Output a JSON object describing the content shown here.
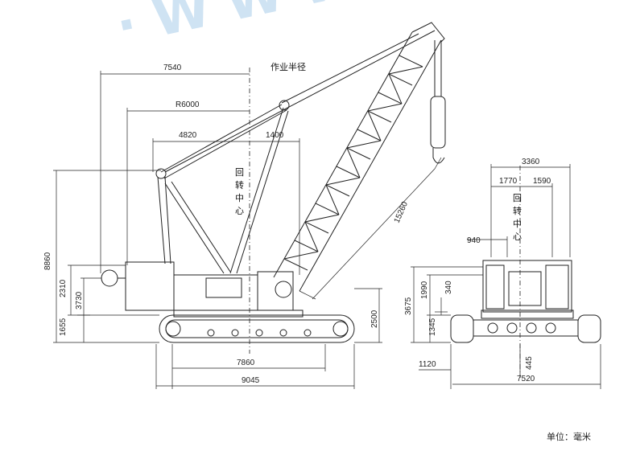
{
  "watermark": "· W W W . I",
  "labels": {
    "work_radius": "作业半径",
    "slew_center": [
      "回",
      "转",
      "中",
      "心"
    ],
    "slew_center_rear": [
      "回",
      "转",
      "中",
      "心"
    ],
    "unit": "单位：毫米"
  },
  "dims_side": {
    "d7540": "7540",
    "r6000": "R6000",
    "d4820": "4820",
    "d1400": "1400",
    "d8860": "8860",
    "d2310": "2310",
    "d3730": "3730",
    "d1655": "1655",
    "d15260": "15260",
    "d2500": "2500",
    "d7860": "7860",
    "d9045": "9045"
  },
  "dims_rear": {
    "d3360": "3360",
    "d1770": "1770",
    "d1590": "1590",
    "d940": "940",
    "d3675": "3675",
    "d1990": "1990",
    "d340": "340",
    "d1345": "1345",
    "d1120": "1120",
    "d445": "445",
    "d7520": "7520"
  },
  "colors": {
    "line": "#222222",
    "watermark": "#cfe3f3"
  }
}
